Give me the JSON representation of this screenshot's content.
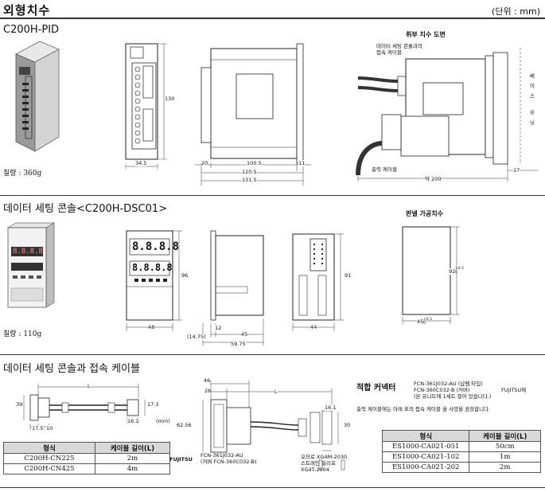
{
  "header": {
    "title": "외형치수",
    "unit": "(단위 : mm)"
  },
  "section_pid": {
    "title": "C200H-PID",
    "mass": "질량 : 360g",
    "side_view_title": "취부 치수 도면",
    "console_connect_label": "데이터 세팅 콘솔과의\n접속 케이블",
    "output_cable_label": "출력 케이블",
    "base_unit_label": "베이스 유닛",
    "dims": {
      "front_width": "34.5",
      "height": "130",
      "depth_100_5": "100.5",
      "depth_120_5": "120.5",
      "depth_131_5": "131.5",
      "left_20": "20",
      "right_11": "11",
      "approx_200": "약 200",
      "right_17": "17"
    }
  },
  "section_console": {
    "title": "데이터 세팅 콘솔<C200H-DSC01>",
    "mass": "질량 : 110g",
    "panel_cut_title": "판넬 가공치수",
    "display_text": "8.8.8.8",
    "dims": {
      "width": "48",
      "height": "96",
      "depth_12": "12",
      "depth_45": "45",
      "depth_59_75": "59.75",
      "bezel": "(14.75)",
      "back_width": "44",
      "back_height": "91",
      "cut_height": "92",
      "cut_height_tol": "+0.5\n0",
      "cut_width": "45",
      "cut_width_tol": "+0.5\n0"
    }
  },
  "section_cable": {
    "title": "데이터 세팅 콘솔과 접속 케이블",
    "dims": {
      "L": "L",
      "d39": "39",
      "d17_5": "17.5",
      "d10": "10",
      "d17_3": "17.3",
      "d16_1": "16.1",
      "mm": "(mm)",
      "d46": "46",
      "d28": "28",
      "d62_56": "62.56",
      "d30": "30",
      "d16_1b": "16.1"
    },
    "fujitsu_left": "FUJITSU",
    "conn_label_1": "FCN-361J032-AU",
    "conn_label_2": "(커버 FCN-360C032-B)",
    "strain_label_1": "오므로 XG4M-2030",
    "strain_label_2": "스트레인 릴리프",
    "strain_label_3": "XG4T-2004",
    "applicable_title": "적합 커넥터",
    "applicable_line1": "FCN-361J032-AU (납땜 타입)",
    "applicable_line2": "FCN-360C032-B  (커버)",
    "applicable_line3": "(본 유니트에 1세트 들어 있습니다.)",
    "fujitsu_make": "FUJITSU제",
    "recommend": "출력 케이블에는 아래 표의 접속 케이블 을 사양을 권장합니다.",
    "table_left": {
      "headers": [
        "형식",
        "케이블 길이(L)"
      ],
      "rows": [
        [
          "C200H-CN225",
          "2m"
        ],
        [
          "C200H-CN425",
          "4m"
        ]
      ]
    },
    "table_right": {
      "headers": [
        "형식",
        "케이블 길이(L)"
      ],
      "rows": [
        [
          "ES1000-CA021-051",
          "50cm"
        ],
        [
          "ES1000-CA021-102",
          "1m"
        ],
        [
          "ES1000-CA021-202",
          "2m"
        ]
      ]
    }
  }
}
